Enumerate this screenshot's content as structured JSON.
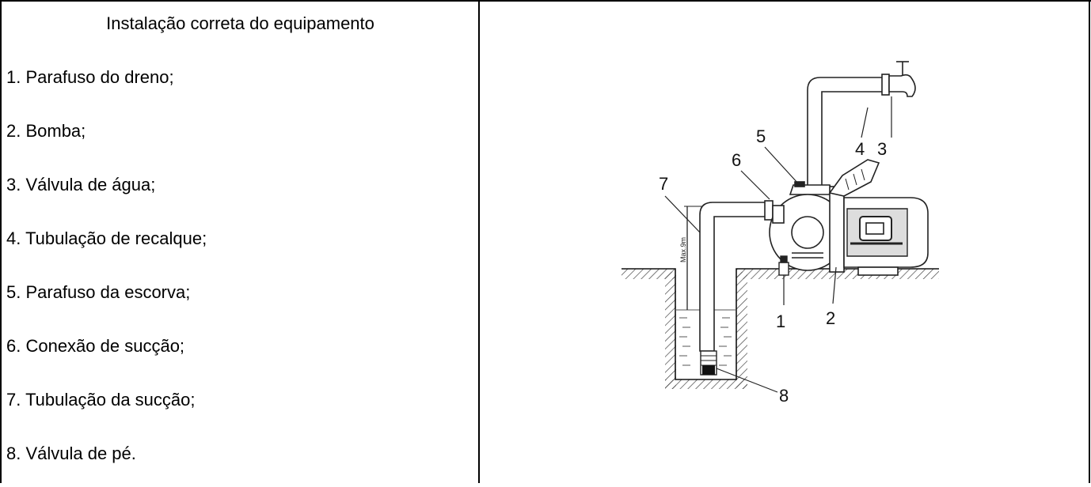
{
  "document": {
    "title": "Instalação correta do equipamento",
    "items": [
      "1. Parafuso do dreno;",
      "2. Bomba;",
      "3. Válvula de água;",
      "4. Tubulação de recalque;",
      "5. Parafuso da escorva;",
      "6. Conexão de sucção;",
      "7. Tubulação da sucção;",
      "8. Válvula de pé."
    ]
  },
  "diagram": {
    "callouts": [
      "1",
      "2",
      "3",
      "4",
      "5",
      "6",
      "7",
      "8"
    ],
    "depth_label": "Max.9m"
  }
}
